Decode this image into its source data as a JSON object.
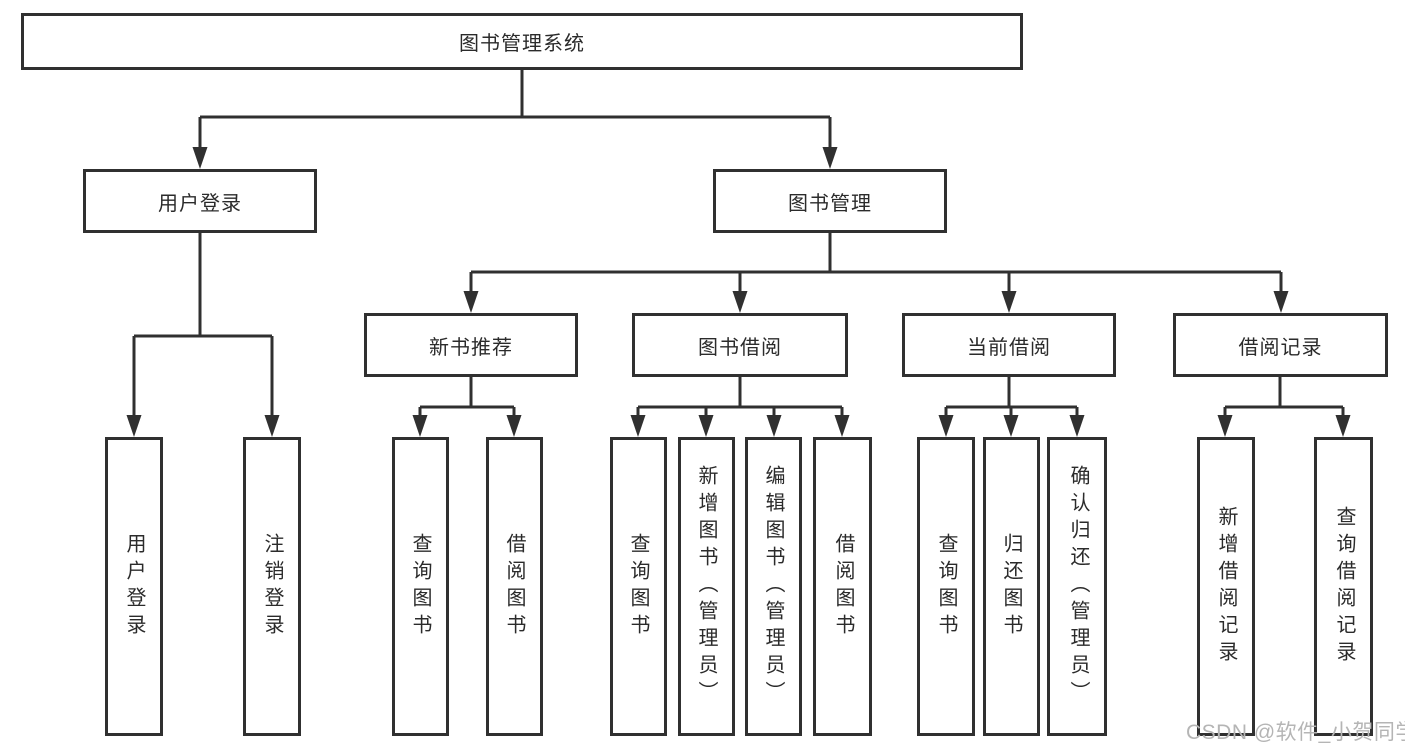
{
  "colors": {
    "line": "#303030",
    "text": "#2b2b2b",
    "watermark": "#b5b5b5",
    "background": "#ffffff"
  },
  "watermark": {
    "text": "CSDN @软件_小贺同学"
  },
  "tree": {
    "label": "图书管理系统",
    "children": [
      {
        "label": "用户登录",
        "children": [
          {
            "label": "用户登录"
          },
          {
            "label": "注销登录"
          }
        ]
      },
      {
        "label": "图书管理",
        "children": [
          {
            "label": "新书推荐",
            "children": [
              {
                "label": "查询图书"
              },
              {
                "label": "借阅图书"
              }
            ]
          },
          {
            "label": "图书借阅",
            "children": [
              {
                "label": "查询图书"
              },
              {
                "label": "新增图书（管理员）"
              },
              {
                "label": "编辑图书（管理员）"
              },
              {
                "label": "借阅图书"
              }
            ]
          },
          {
            "label": "当前借阅",
            "children": [
              {
                "label": "查询图书"
              },
              {
                "label": "归还图书"
              },
              {
                "label": "确认归还（管理员）"
              }
            ]
          },
          {
            "label": "借阅记录",
            "children": [
              {
                "label": "新增借阅记录"
              },
              {
                "label": "查询借阅记录"
              }
            ]
          }
        ]
      }
    ]
  }
}
